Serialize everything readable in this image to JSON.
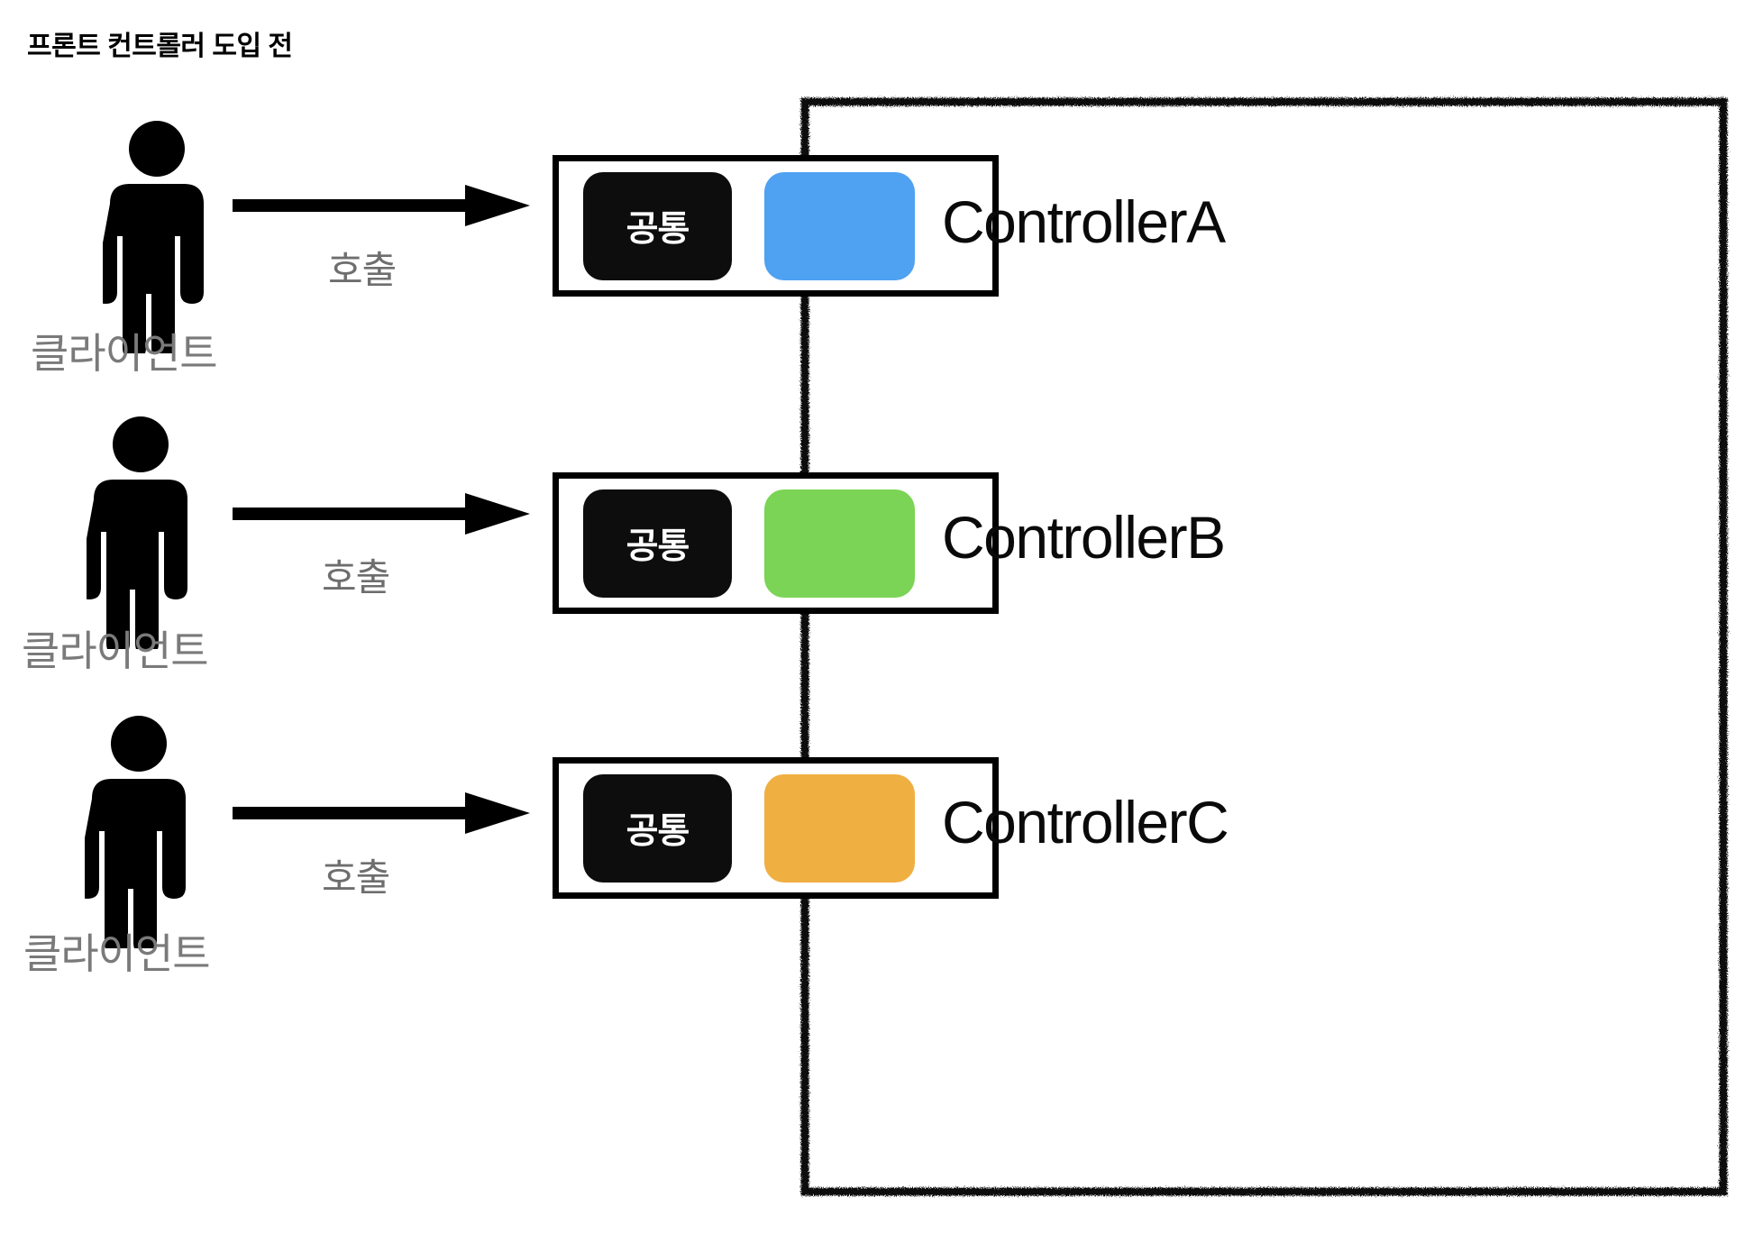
{
  "title": "프론트 컨트롤러 도입 전",
  "colors": {
    "blue": "#4FA1F2",
    "green": "#7BD455",
    "orange": "#F0AF41",
    "black": "#0D0D0D",
    "client_gray": "#7A7A7A",
    "call_gray": "#6E6E6E",
    "background": "#FFFFFF"
  },
  "common_chip_label": "공통",
  "arrow_label": "호출",
  "client_label": "클라이언트",
  "rows": [
    {
      "client": "클라이언트",
      "arrow": "호출",
      "common": "공통",
      "controller": "ControllerA",
      "color": "#4FA1F2",
      "color_name": "blue"
    },
    {
      "client": "클라이언트",
      "arrow": "호출",
      "common": "공통",
      "controller": "ControllerB",
      "color": "#7BD455",
      "color_name": "green"
    },
    {
      "client": "클라이언트",
      "arrow": "호출",
      "common": "공통",
      "controller": "ControllerC",
      "color": "#F0AF41",
      "color_name": "orange"
    }
  ]
}
